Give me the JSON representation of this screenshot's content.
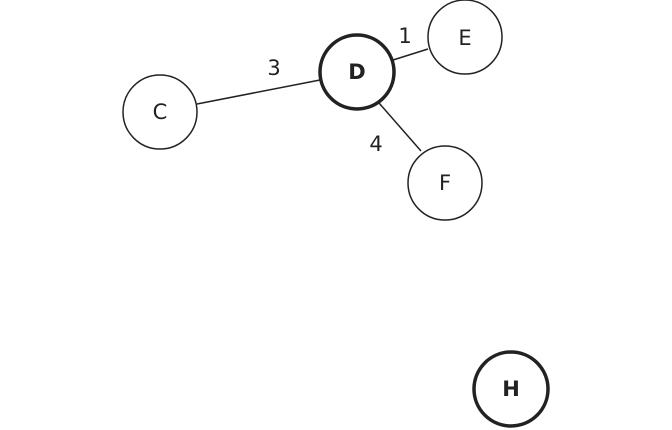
{
  "graph": {
    "nodes": [
      {
        "id": "C",
        "label": "C",
        "highlighted": false
      },
      {
        "id": "D",
        "label": "D",
        "highlighted": true
      },
      {
        "id": "E",
        "label": "E",
        "highlighted": false
      },
      {
        "id": "F",
        "label": "F",
        "highlighted": false
      },
      {
        "id": "H",
        "label": "H",
        "highlighted": true
      }
    ],
    "edges": [
      {
        "from": "C",
        "to": "D",
        "weight": "3"
      },
      {
        "from": "D",
        "to": "E",
        "weight": "1"
      },
      {
        "from": "D",
        "to": "F",
        "weight": "4"
      }
    ]
  }
}
